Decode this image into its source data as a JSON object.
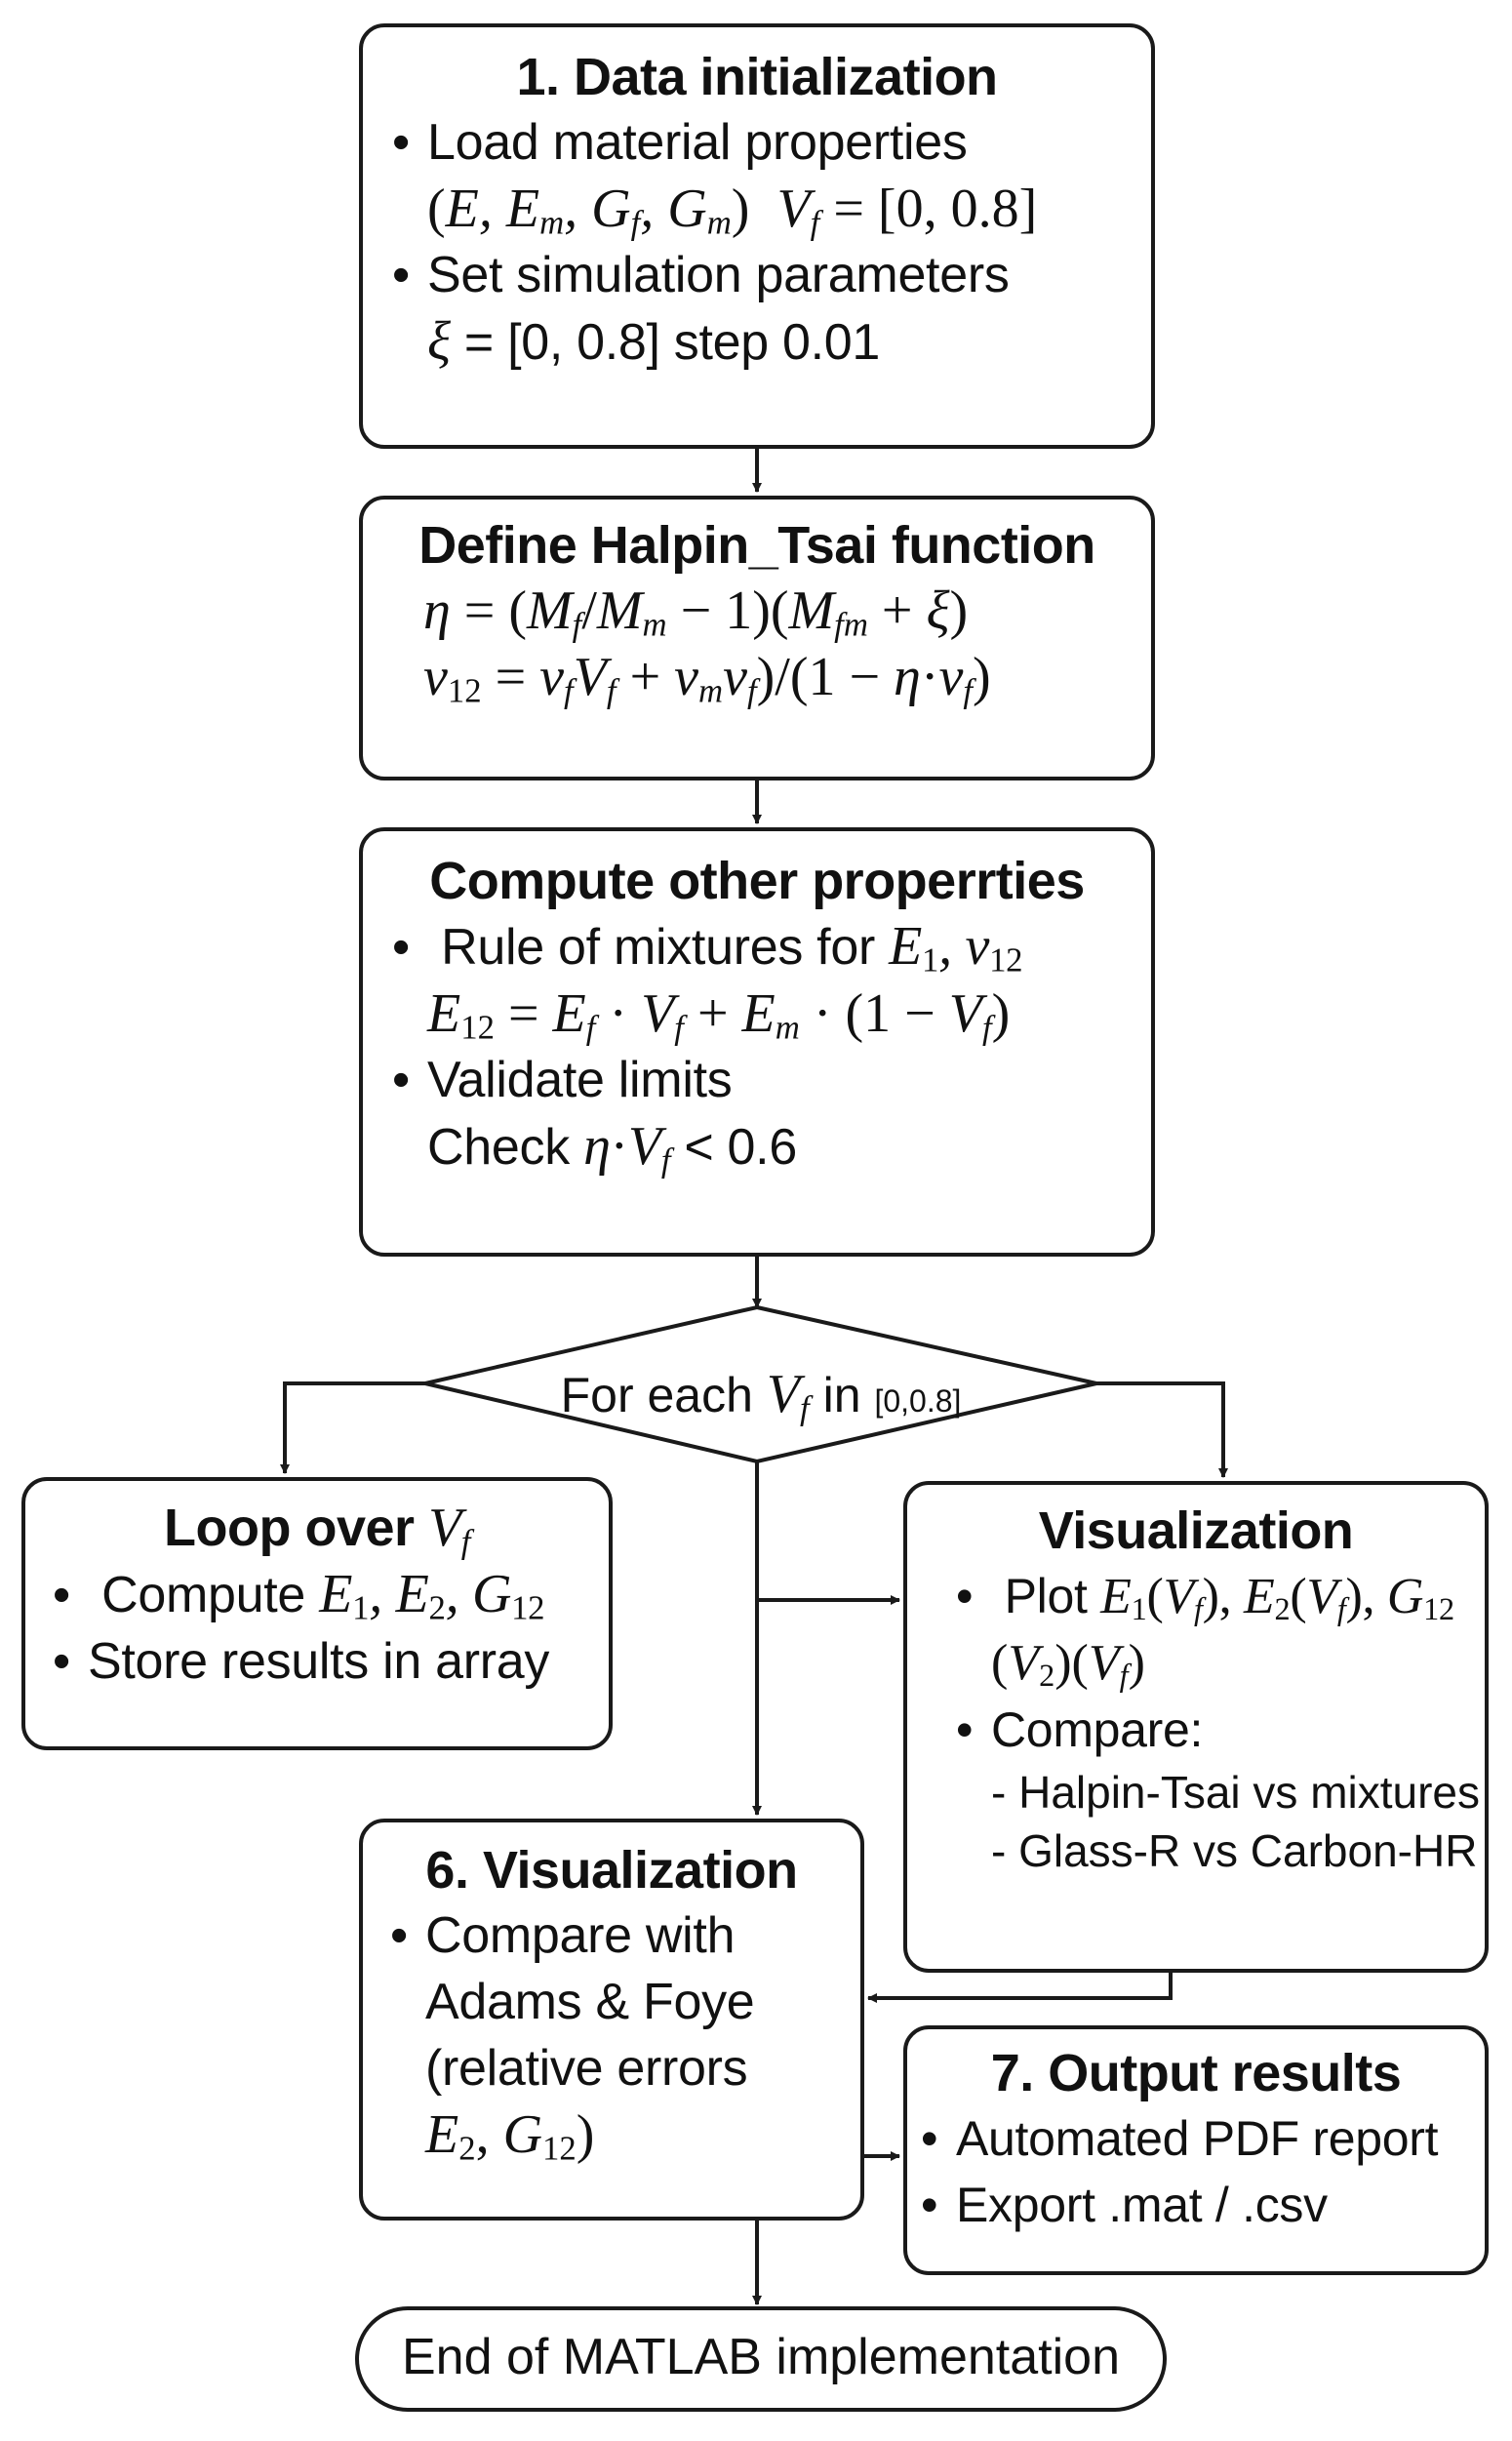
{
  "box1": {
    "title": "1. Data initialization",
    "b1": "Load material properties",
    "vf_range": "[0, 0.8]",
    "b2": "Set simulation parameters",
    "xi_range": "[0, 0.8] step 0.01"
  },
  "box2": {
    "title": "Define Halpin_Tsai function"
  },
  "box3": {
    "title": "Compute other properrties",
    "b1_prefix": "Rule of mixtures for",
    "b2": "Validate limits",
    "check_prefix": "Check",
    "check_value": "< 0.6"
  },
  "diamond": {
    "prefix": "For each",
    "suffix": "in",
    "range": "[0,0.8]"
  },
  "box_loop": {
    "title_prefix": "Loop over",
    "b1_prefix": "Compute",
    "b2": "Store results in array"
  },
  "box_vis": {
    "title": "Visualization",
    "b1_prefix": "Plot",
    "b2": "Compare:",
    "d1": "- Halpin-Tsai vs mixtures",
    "d2": "- Glass-R vs Carbon-HR"
  },
  "box6": {
    "title": "6. Visualization",
    "l1": "Compare with",
    "l2": "Adams & Foye",
    "l3": "(relative errors"
  },
  "box7": {
    "title": "7. Output results",
    "b1": "Automated PDF report",
    "b2": "Export .mat / .csv"
  },
  "end": {
    "label": "End of MATLAB implementation"
  }
}
